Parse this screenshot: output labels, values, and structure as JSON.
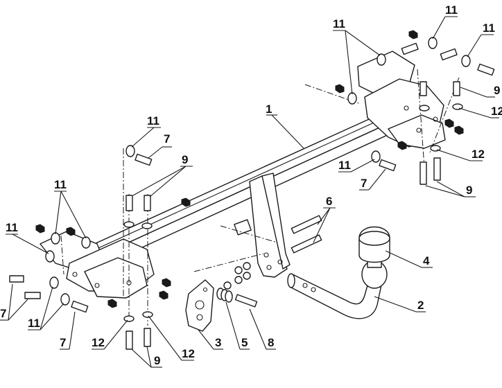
{
  "diagram": {
    "callouts": [
      {
        "id": "c1",
        "text": "1"
      },
      {
        "id": "c2",
        "text": "2"
      },
      {
        "id": "c3",
        "text": "3"
      },
      {
        "id": "c4",
        "text": "4"
      },
      {
        "id": "c5",
        "text": "5"
      },
      {
        "id": "c6",
        "text": "6"
      },
      {
        "id": "c7a",
        "text": "7"
      },
      {
        "id": "c7b",
        "text": "7"
      },
      {
        "id": "c7c",
        "text": "7"
      },
      {
        "id": "c7d",
        "text": "7"
      },
      {
        "id": "c8",
        "text": "8"
      },
      {
        "id": "c9a",
        "text": "9"
      },
      {
        "id": "c9b",
        "text": "9"
      },
      {
        "id": "c9c",
        "text": "9"
      },
      {
        "id": "c9d",
        "text": "9"
      },
      {
        "id": "c11a",
        "text": "11"
      },
      {
        "id": "c11b",
        "text": "11"
      },
      {
        "id": "c11c",
        "text": "11"
      },
      {
        "id": "c11d",
        "text": "11"
      },
      {
        "id": "c11e",
        "text": "11"
      },
      {
        "id": "c11f",
        "text": "11"
      },
      {
        "id": "c11g",
        "text": "11"
      },
      {
        "id": "c11h",
        "text": "11"
      },
      {
        "id": "c12a",
        "text": "12"
      },
      {
        "id": "c12b",
        "text": "12"
      },
      {
        "id": "c12c",
        "text": "12"
      },
      {
        "id": "c12d",
        "text": "12"
      }
    ]
  }
}
